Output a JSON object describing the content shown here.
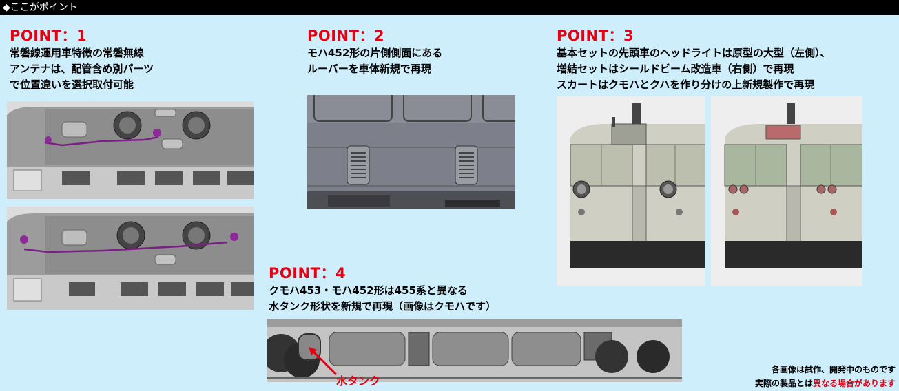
{
  "header": {
    "title": "◆ここがポイント"
  },
  "points": [
    {
      "title": "POINT：1",
      "desc": "常磐線運用車特徴の常磐無線\nアンテナは、配管含め別パーツ\nで位置違いを選択取付可能"
    },
    {
      "title": "POINT：2",
      "desc": "モハ452形の片側側面にある\nルーバーを車体新規で再現"
    },
    {
      "title": "POINT：3",
      "desc": "基本セットの先頭車のヘッドライトは原型の大型（左側）、\n増結セットはシールドビーム改造車（右側）で再現\nスカートはクモハとクハを作り分けの上新規製作で再現"
    },
    {
      "title": "POINT：4",
      "desc": "クモハ453・モハ452形は455系と異なる\n水タンク形状を新規で再現（画像はクモハです）"
    }
  ],
  "water_tank_label": "水タンク",
  "notes": {
    "line1": "各画像は試作、開発中のものです",
    "line2_pre": "実際の製品とは",
    "line2_red": "異なる場合があります"
  },
  "colors": {
    "background": "#cfeefc",
    "accent_red": "#e60012",
    "header_bg": "#000000"
  }
}
